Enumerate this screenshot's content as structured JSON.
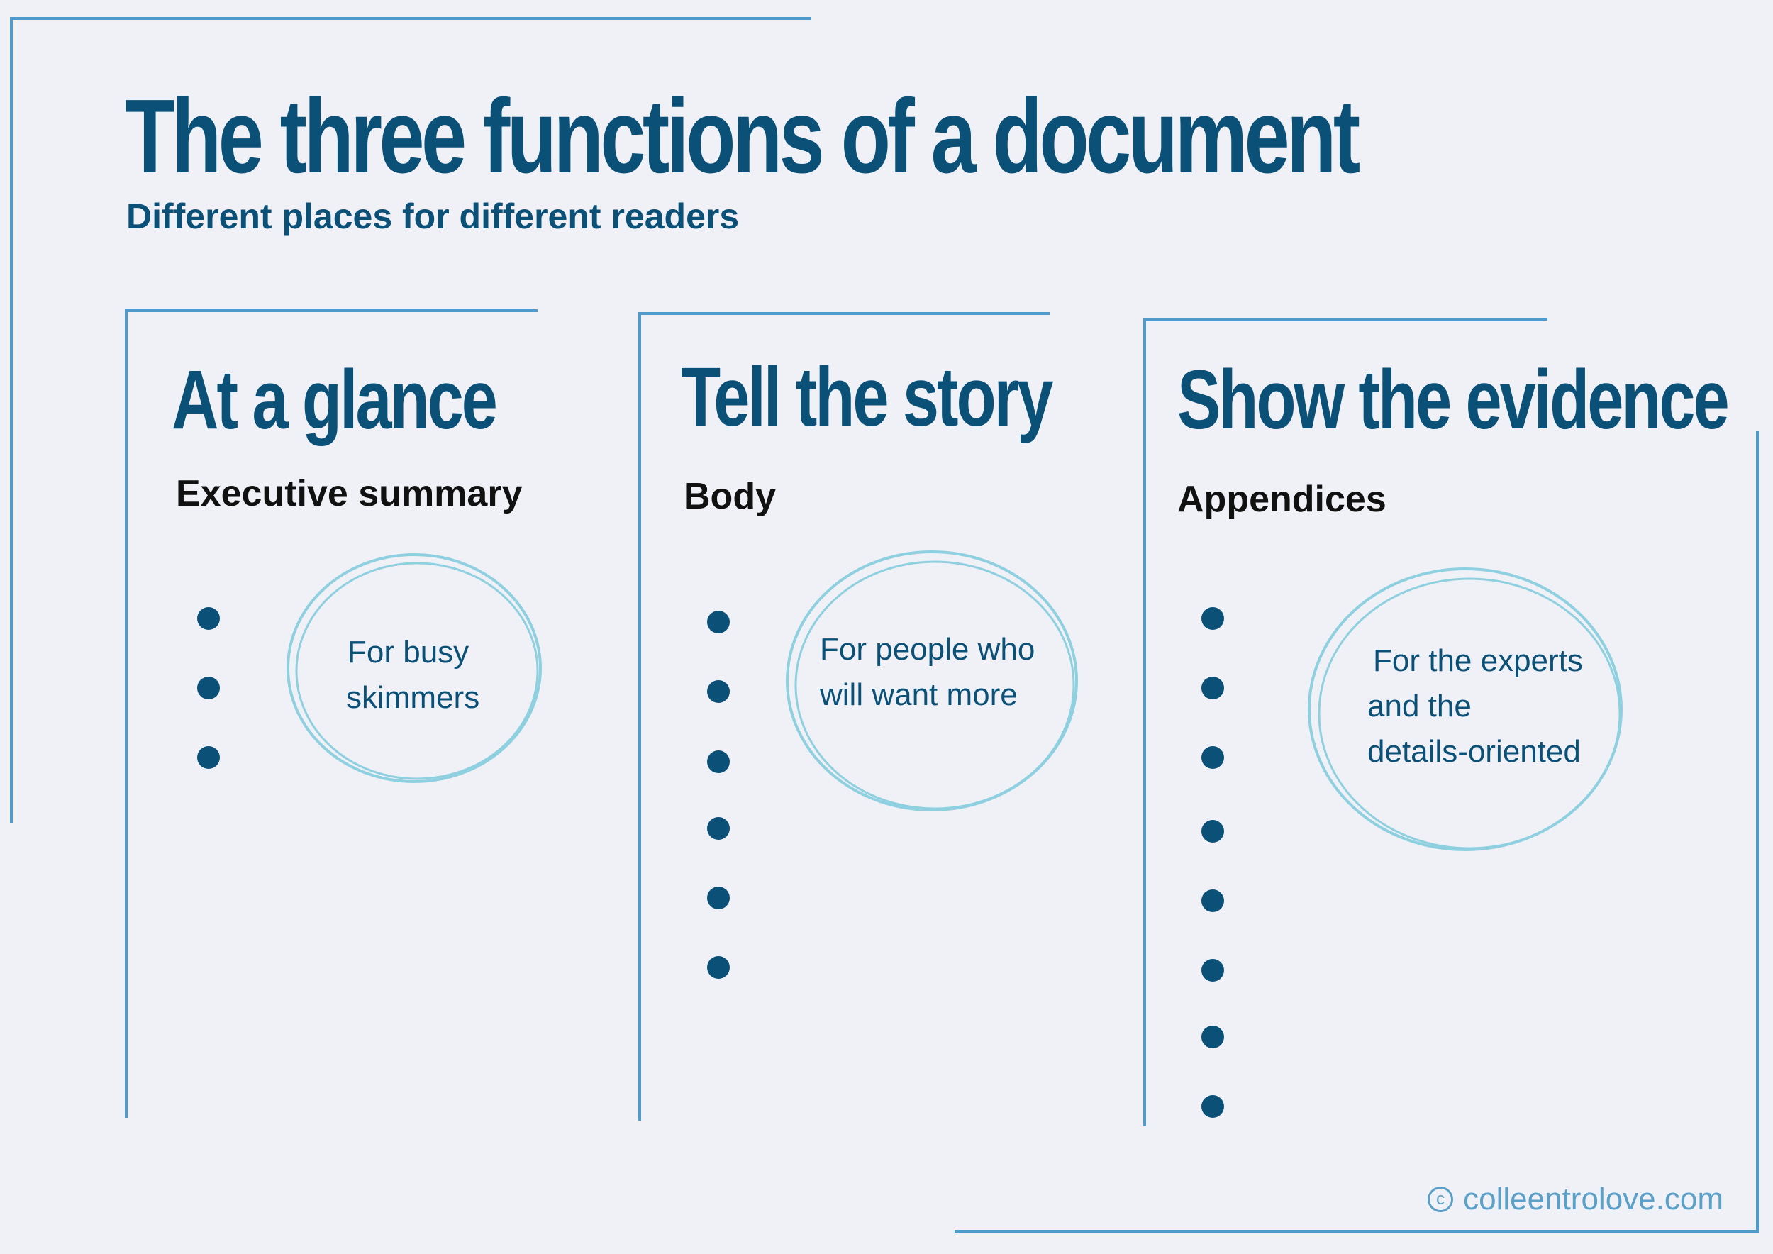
{
  "title": "The three functions of a document",
  "subtitle": "Different places for different readers",
  "columns": [
    {
      "heading": "At a glance",
      "sub": "Executive summary",
      "bubble": [
        "For busy",
        "skimmers"
      ],
      "bullet_count": 3
    },
    {
      "heading": "Tell the story",
      "sub": "Body",
      "bubble": [
        "For people who",
        "will want more"
      ],
      "bullet_count": 6
    },
    {
      "heading": "Show the evidence",
      "sub": "Appendices",
      "bubble": [
        "For the experts",
        "and the",
        "details-oriented"
      ],
      "bullet_count": 8
    }
  ],
  "footer": {
    "copyright_symbol": "c",
    "site": "colleentrolove.com"
  },
  "colors": {
    "accent": "#0b5077",
    "frame": "#4f9ccc",
    "bubble": "#8fd0e0",
    "background": "#f0f1f6"
  }
}
